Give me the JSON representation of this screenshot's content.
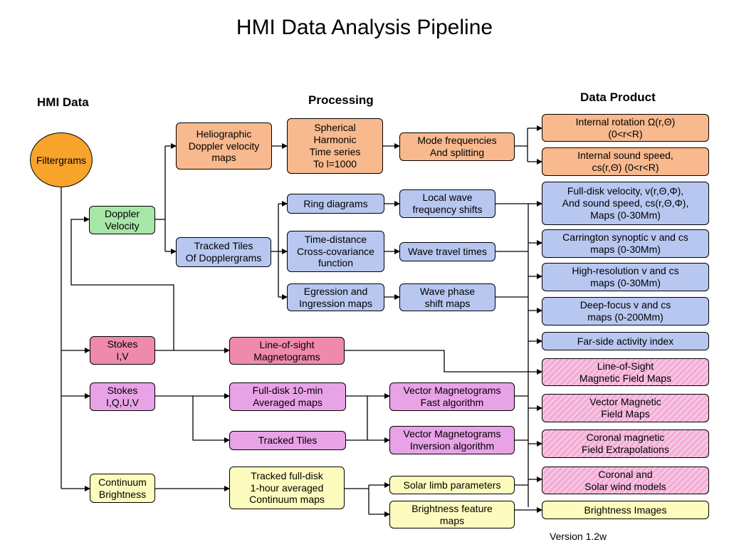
{
  "title": "HMI Data Analysis Pipeline",
  "headers": {
    "hmi_data": "HMI Data",
    "processing": "Processing",
    "data_product": "Data Product"
  },
  "source": {
    "filtergrams": "Filtergrams"
  },
  "inputs": {
    "doppler": [
      "Doppler",
      "Velocity"
    ],
    "stokes_iv": [
      "Stokes",
      "I,V"
    ],
    "stokes_iquv": [
      "Stokes",
      "I,Q,U,V"
    ],
    "continuum": [
      "Continuum",
      "Brightness"
    ]
  },
  "processing": {
    "helio": [
      "Heliographic",
      "Doppler velocity",
      "maps"
    ],
    "tracked_tiles_doppler": [
      "Tracked Tiles",
      "Of Dopplergrams"
    ],
    "spherical_harmonic": [
      "Spherical",
      "Harmonic",
      "Time series",
      "To l=1000"
    ],
    "mode_freq": [
      "Mode frequencies",
      "And splitting"
    ],
    "ring": [
      "Ring diagrams"
    ],
    "time_distance": [
      "Time-distance",
      "Cross-covariance",
      "function"
    ],
    "egression": [
      "Egression and",
      "Ingression maps"
    ],
    "local_wave": [
      "Local wave",
      "frequency shifts"
    ],
    "wave_travel": [
      "Wave travel times"
    ],
    "wave_phase": [
      "Wave phase",
      "shift maps"
    ],
    "los_mag": [
      "Line-of-sight",
      "Magnetograms"
    ],
    "fulldisk_10min": [
      "Full-disk 10-min",
      "Averaged maps"
    ],
    "tracked_tiles": [
      "Tracked Tiles"
    ],
    "vector_fast": [
      "Vector Magnetograms",
      "Fast algorithm"
    ],
    "vector_inversion": [
      "Vector Magnetograms",
      "Inversion algorithm"
    ],
    "tracked_fulldisk": [
      "Tracked full-disk",
      "1-hour averaged",
      "Continuum maps"
    ],
    "solar_limb": [
      "Solar limb parameters"
    ],
    "brightness_feature": [
      "Brightness feature",
      "maps"
    ]
  },
  "products": {
    "internal_rotation": [
      "Internal rotation Ω(r,Θ)",
      "(0<r<R)"
    ],
    "internal_sound": [
      "Internal sound speed,",
      "cs(r,Θ) (0<r<R)"
    ],
    "fulldisk_velocity": [
      "Full-disk velocity, v(r,Θ,Φ),",
      "And sound speed, cs(r,Θ,Φ),",
      "Maps (0-30Mm)"
    ],
    "carrington": [
      "Carrington synoptic v and cs",
      "maps (0-30Mm)"
    ],
    "high_res": [
      "High-resolution v and cs",
      "maps (0-30Mm)"
    ],
    "deep_focus": [
      "Deep-focus v and cs",
      "maps (0-200Mm)"
    ],
    "far_side": [
      "Far-side activity index"
    ],
    "los_field": [
      "Line-of-Sight",
      "Magnetic Field Maps"
    ],
    "vector_field": [
      "Vector Magnetic",
      "Field Maps"
    ],
    "coronal_extrap": [
      "Coronal magnetic",
      "Field Extrapolations"
    ],
    "coronal_wind": [
      "Coronal and",
      "Solar wind models"
    ],
    "brightness_images": [
      "Brightness Images"
    ]
  },
  "version": "Version 1.2w"
}
